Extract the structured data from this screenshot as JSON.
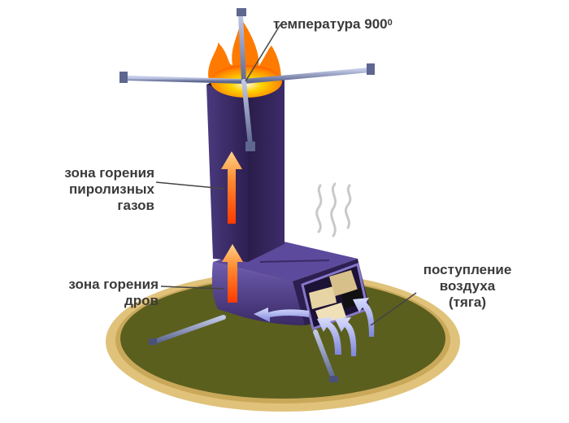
{
  "labels": {
    "temperature": {
      "text": "температура 900",
      "sup": "0"
    },
    "pyrolysis_zone": {
      "line1": "зона горения",
      "line2": "пиролизных",
      "line3": "газов"
    },
    "wood_zone": {
      "line1": "зона горения",
      "line2": "дров"
    },
    "air_intake": {
      "line1": "поступление",
      "line2": "воздуха",
      "line3": "(тяга)"
    }
  },
  "colors": {
    "platform_outer": "#e0c27a",
    "platform_inner": "#5a5f1e",
    "stove_body": "#3b2a63",
    "stove_dark": "#2a1d4a",
    "stove_light": "#6a58a8",
    "legs": "#8a94b8",
    "flame_orange": "#ff7a00",
    "flame_yellow": "#ffd200",
    "air_arrow": "#b6bff0",
    "heat_arrow": "#ff5a10",
    "text": "#3a3a3a",
    "leader": "#444444"
  }
}
